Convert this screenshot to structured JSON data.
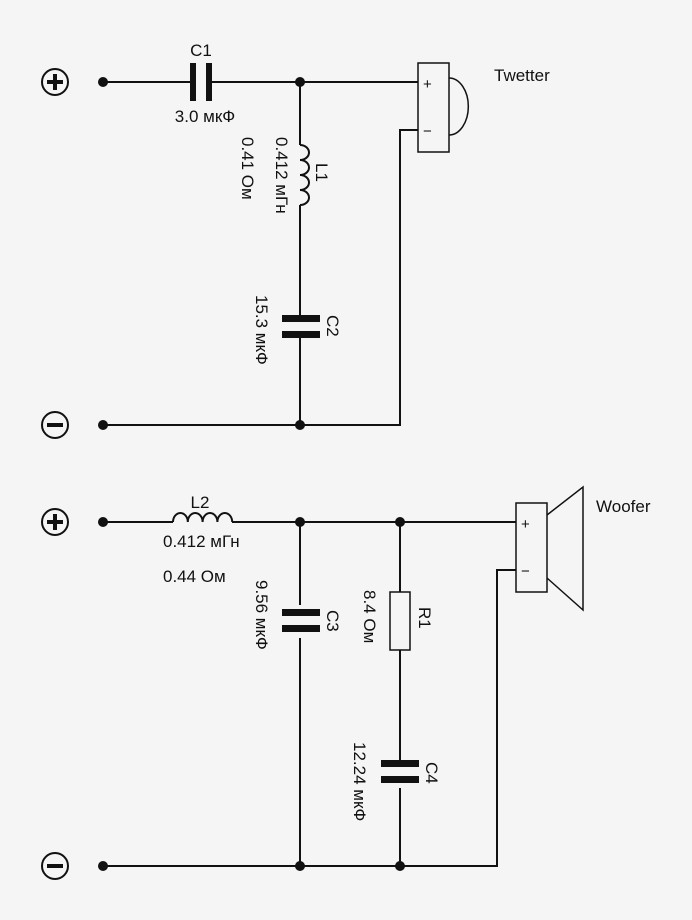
{
  "tweeter_section": {
    "speaker_label": "Twetter",
    "speaker_plus": "+",
    "speaker_minus": "−",
    "c1": {
      "name": "C1",
      "value": "3.0 мкФ"
    },
    "l1": {
      "name": "L1",
      "value": "0.412 мГн",
      "resistance": "0.41 Ом"
    },
    "c2": {
      "name": "C2",
      "value": "15.3 мкФ"
    }
  },
  "woofer_section": {
    "speaker_label": "Woofer",
    "speaker_plus": "+",
    "speaker_minus": "−",
    "l2": {
      "name": "L2",
      "value": "0.412 мГн",
      "resistance": "0.44 Ом"
    },
    "c3": {
      "name": "C3",
      "value": "9.56 мкФ"
    },
    "r1": {
      "name": "R1",
      "value": "8.4 Ом"
    },
    "c4": {
      "name": "C4",
      "value": "12.24 мкФ"
    }
  }
}
